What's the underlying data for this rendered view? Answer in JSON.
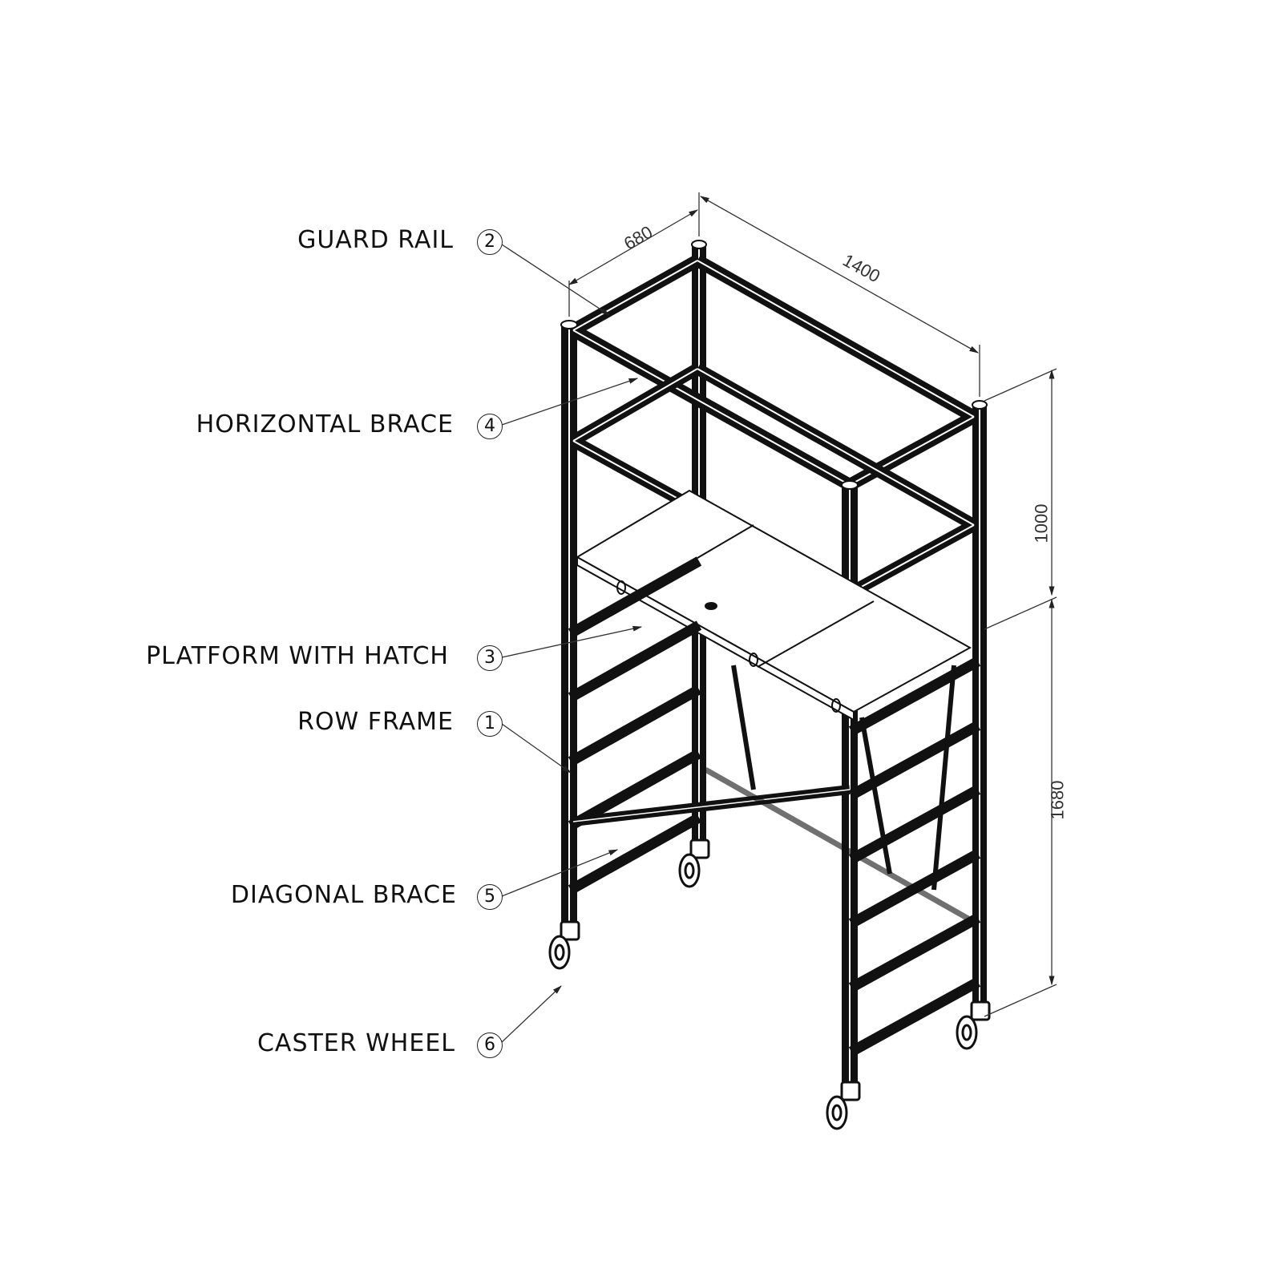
{
  "drawing": {
    "subject": "Mobile scaffold tower",
    "view": "isometric"
  },
  "callouts": [
    {
      "number": "2",
      "label": "GUARD RAIL"
    },
    {
      "number": "4",
      "label": "HORIZONTAL BRACE"
    },
    {
      "number": "3",
      "label": "PLATFORM WITH HATCH"
    },
    {
      "number": "1",
      "label": "ROW FRAME"
    },
    {
      "number": "5",
      "label": "DIAGONAL BRACE"
    },
    {
      "number": "6",
      "label": "CASTER WHEEL"
    }
  ],
  "dimensions": {
    "width": "680",
    "length": "1400",
    "guard_height": "1000",
    "platform_height": "1680"
  },
  "colors": {
    "line": "#111111",
    "dim_line": "#333333",
    "background": "#ffffff"
  }
}
